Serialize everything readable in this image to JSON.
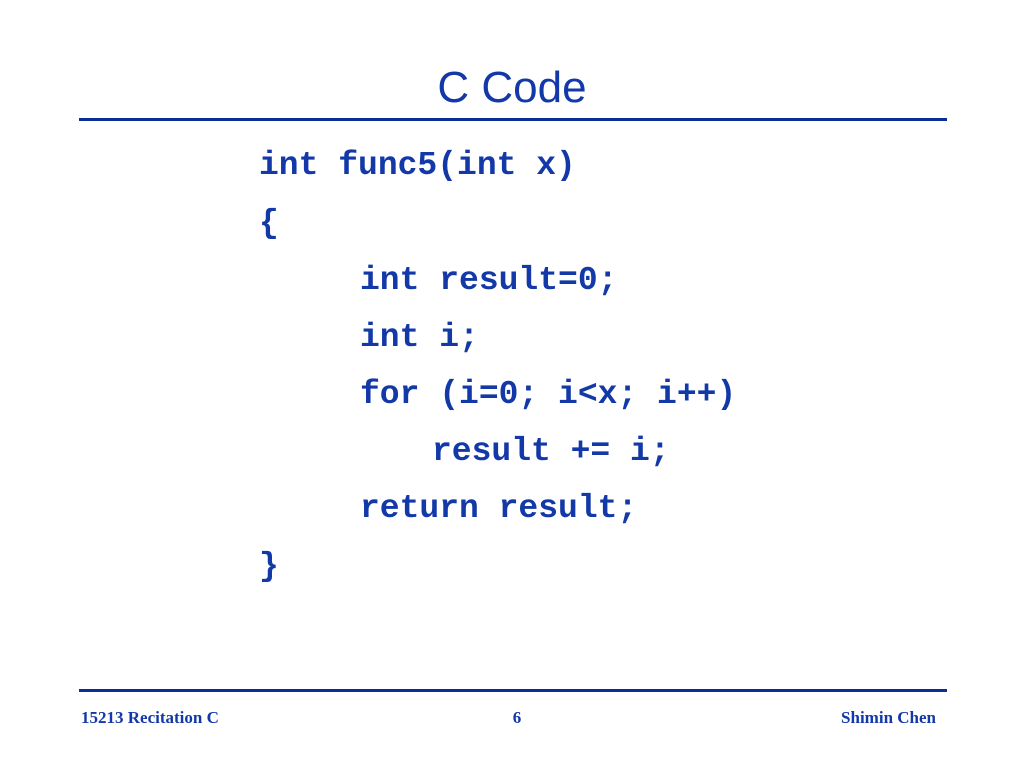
{
  "slide": {
    "title": "C Code",
    "code": {
      "line1": "int func5(int x)",
      "line2": "{",
      "line3": "int result=0;",
      "line4": "int i;",
      "line5": "for (i=0; i<x; i++)",
      "line6": "result += i;",
      "line7": "return result;",
      "line8": "}"
    },
    "footer": {
      "course": "15213 Recitation C",
      "page_number": "6",
      "author": "Shimin Chen"
    },
    "colors": {
      "text": "#1338a8",
      "rule": "#0a2f94",
      "background": "#ffffff"
    }
  }
}
